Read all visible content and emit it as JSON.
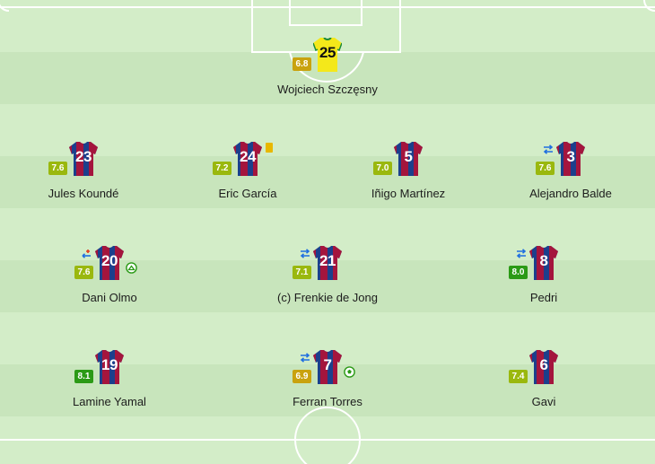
{
  "colors": {
    "rating_green": "#2b9a16",
    "rating_lime": "#9ab80e",
    "rating_gold": "#c9a20e",
    "barca_blue": "#1c3f8c",
    "barca_red": "#a4153d",
    "keeper_yellow": "#f4e81a",
    "sub_blue": "#1f6fe0",
    "sub_red": "#e03a1f",
    "card_yellow": "#e8b800"
  },
  "players": [
    {
      "name": "Wojciech Szczęsny",
      "number": "25",
      "rating": "6.8",
      "rating_color": "gold",
      "keeper": true,
      "sub": false,
      "sub_type": "",
      "card": false,
      "event_icon": ""
    },
    {
      "name": "Jules Koundé",
      "number": "23",
      "rating": "7.6",
      "rating_color": "lime",
      "keeper": false,
      "sub": false,
      "sub_type": "",
      "card": false,
      "event_icon": ""
    },
    {
      "name": "Eric García",
      "number": "24",
      "rating": "7.2",
      "rating_color": "lime",
      "keeper": false,
      "sub": false,
      "sub_type": "",
      "card": true,
      "event_icon": ""
    },
    {
      "name": "Iñigo Martínez",
      "number": "5",
      "rating": "7.0",
      "rating_color": "lime",
      "keeper": false,
      "sub": false,
      "sub_type": "",
      "card": false,
      "event_icon": ""
    },
    {
      "name": "Alejandro Balde",
      "number": "3",
      "rating": "7.6",
      "rating_color": "lime",
      "keeper": false,
      "sub": true,
      "sub_type": "swap",
      "card": false,
      "event_icon": ""
    },
    {
      "name": "Dani Olmo",
      "number": "20",
      "rating": "7.6",
      "rating_color": "lime",
      "keeper": false,
      "sub": true,
      "sub_type": "injury",
      "card": false,
      "event_icon": "assist-icon"
    },
    {
      "name": "(c) Frenkie de Jong",
      "number": "21",
      "rating": "7.1",
      "rating_color": "lime",
      "keeper": false,
      "sub": true,
      "sub_type": "swap",
      "card": false,
      "event_icon": ""
    },
    {
      "name": "Pedri",
      "number": "8",
      "rating": "8.0",
      "rating_color": "green",
      "keeper": false,
      "sub": true,
      "sub_type": "swap",
      "card": false,
      "event_icon": ""
    },
    {
      "name": "Lamine Yamal",
      "number": "19",
      "rating": "8.1",
      "rating_color": "green",
      "keeper": false,
      "sub": false,
      "sub_type": "",
      "card": false,
      "event_icon": ""
    },
    {
      "name": "Ferran Torres",
      "number": "7",
      "rating": "6.9",
      "rating_color": "gold",
      "keeper": false,
      "sub": true,
      "sub_type": "swap",
      "card": false,
      "event_icon": "goal-icon"
    },
    {
      "name": "Gavi",
      "number": "6",
      "rating": "7.4",
      "rating_color": "lime",
      "keeper": false,
      "sub": false,
      "sub_type": "",
      "card": false,
      "event_icon": ""
    }
  ]
}
